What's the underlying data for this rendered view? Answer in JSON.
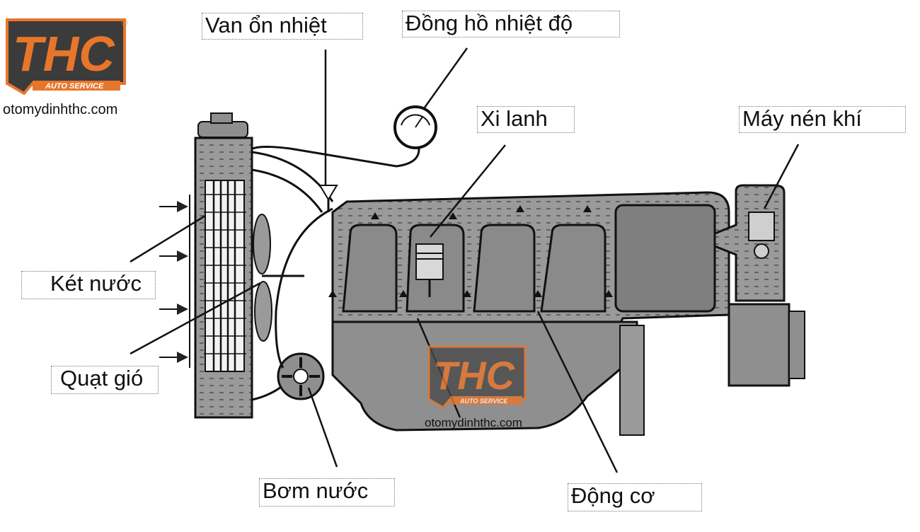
{
  "brand": {
    "logo_letters": "THC",
    "logo_sub": "AUTO SERVICE",
    "registered_mark": "®",
    "website": "otomydinhthc.com",
    "colors": {
      "orange": "#e8762a",
      "dark": "#3b3b3b",
      "coolant": "#8c8c8c"
    }
  },
  "labels": {
    "thermostat": "Van ổn nhiệt",
    "temp_gauge": "Đồng hồ nhiệt độ",
    "cylinder": "Xi lanh",
    "compressor": "Máy nén khí",
    "radiator": "Két nước",
    "fan": "Quạt gió",
    "water_pump": "Bơm nước",
    "engine": "Động cơ"
  },
  "watermark": {
    "logo_letters": "THC",
    "logo_sub": "AUTO SERVICE",
    "website": "otomydinhthc.com"
  }
}
